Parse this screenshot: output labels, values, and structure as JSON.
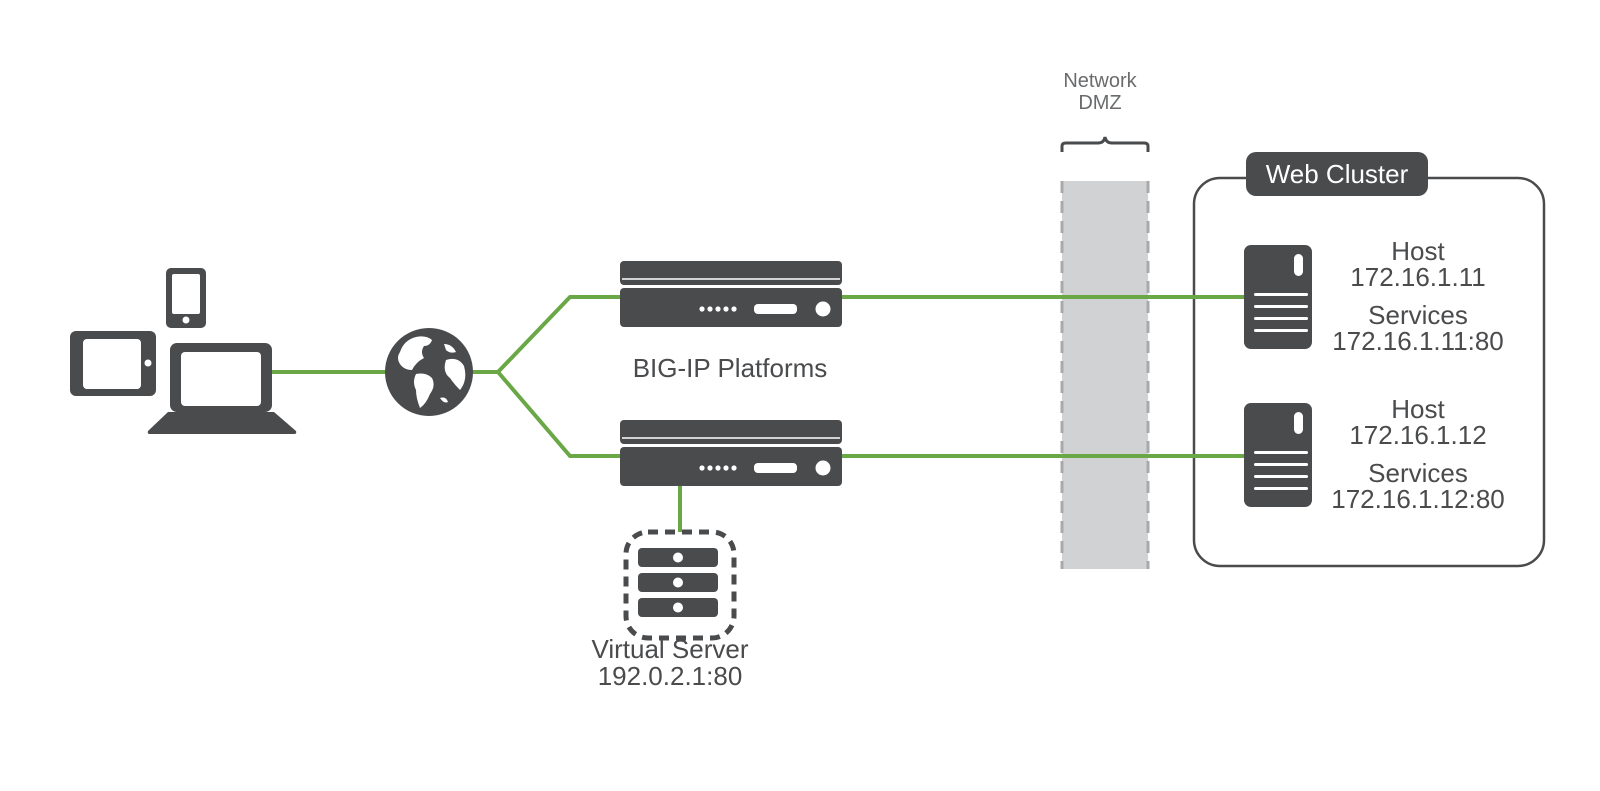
{
  "colors": {
    "link": "#6aa847",
    "device": "#4a4b4d",
    "dmz_fill": "#d1d2d3",
    "dmz_border": "#a8a9ab"
  },
  "clients": {
    "devices": [
      "tablet",
      "smartphone",
      "laptop"
    ]
  },
  "internet": {
    "icon": "globe-icon"
  },
  "bigip": {
    "label": "BIG-IP Platforms",
    "units": [
      {
        "name": "bigip-platform-1"
      },
      {
        "name": "bigip-platform-2"
      }
    ]
  },
  "virtual_server": {
    "line1": "Virtual Server",
    "line2": "192.0.2.1:80"
  },
  "dmz": {
    "line1": "Network",
    "line2": "DMZ"
  },
  "web_cluster": {
    "title": "Web Cluster",
    "hosts": [
      {
        "host_label": "Host",
        "host_ip": "172.16.1.11",
        "services_label": "Services",
        "services_addr": "172.16.1.11:80"
      },
      {
        "host_label": "Host",
        "host_ip": "172.16.1.12",
        "services_label": "Services",
        "services_addr": "172.16.1.12:80"
      }
    ]
  }
}
